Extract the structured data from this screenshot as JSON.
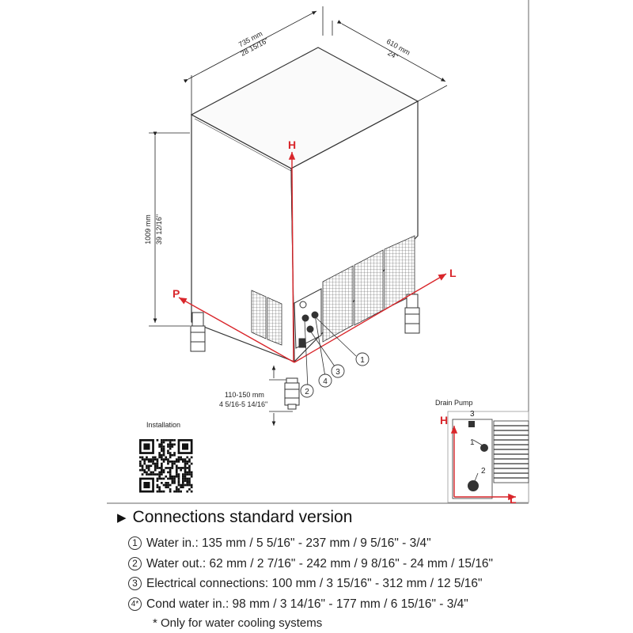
{
  "dimensions": {
    "width_mm": "735 mm",
    "width_in": "28 15/16\"",
    "depth_mm": "610 mm",
    "depth_in": "24\"",
    "height_mm": "1009 mm",
    "height_in": "39 12/16\"",
    "feet_mm": "110-150 mm",
    "feet_in": "4 5/16-5 14/16\""
  },
  "axes": {
    "h": "H",
    "l": "L",
    "p": "P"
  },
  "callouts": [
    "1",
    "2",
    "3",
    "4"
  ],
  "installation_label": "Installation",
  "inset": {
    "title": "Drain Pump",
    "h": "H",
    "l": "L",
    "labels": [
      "3",
      "1",
      "2"
    ]
  },
  "section": {
    "title": "Connections standard version",
    "items": [
      {
        "num": "1",
        "text": "Water in.: 135 mm / 5 5/16\" - 237 mm / 9 5/16\" - 3/4\""
      },
      {
        "num": "2",
        "text": "Water out.: 62 mm / 2 7/16\" - 242 mm / 9 8/16\" - 24 mm / 15/16\""
      },
      {
        "num": "3",
        "text": "Electrical connections: 100 mm / 3 15/16\" - 312 mm / 12 5/16\""
      },
      {
        "num": "4*",
        "text": "Cond water in.: 98 mm / 3 14/16\" - 177 mm / 6 15/16\" - 3/4\""
      }
    ],
    "note": "* Only for water cooling systems"
  },
  "colors": {
    "accent_red": "#d9262b",
    "line": "#333333"
  }
}
